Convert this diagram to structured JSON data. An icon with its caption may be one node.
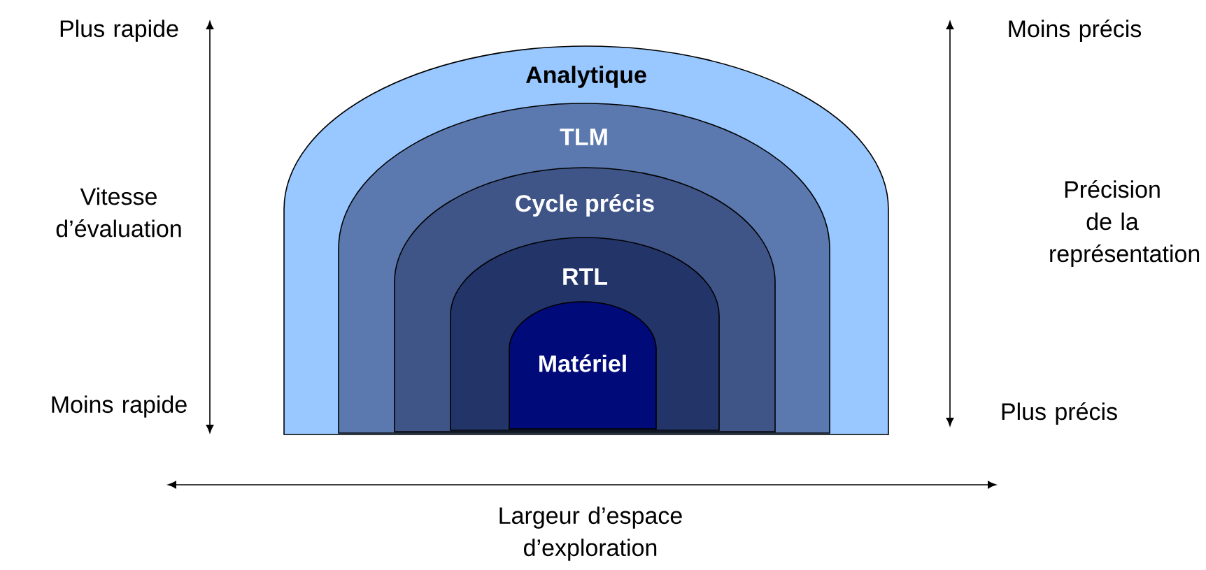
{
  "diagram": {
    "nodes": [
      {
        "text": [
          "Analytique"
        ]
      },
      {
        "text": [
          "TLM"
        ],
        "in": 0
      },
      {
        "text": [
          "Cycle précis"
        ],
        "in": 1
      },
      {
        "text": [
          "RTL"
        ],
        "in": 2
      },
      {
        "text": [
          "Matériel"
        ],
        "in": 3
      }
    ],
    "labels": [
      "Plus rapide",
      "Vitesse d’évaluation",
      "Moins rapide",
      "Moins précis",
      "Précision de la représentation",
      "Plus précis",
      "Largeur d’espace d’exploration"
    ]
  }
}
